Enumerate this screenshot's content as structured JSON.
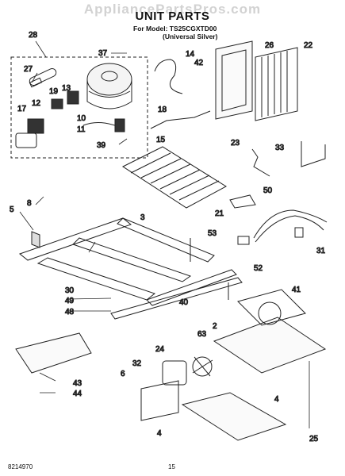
{
  "watermark": "AppliancePartsPros.com",
  "title": "UNIT PARTS",
  "model_line": "For Model: TS25CGXTD00",
  "model_variant": "(Universal Silver)",
  "footer": {
    "doc_number": "8214970",
    "page_number": "15"
  },
  "callouts": {
    "c28": "28",
    "c27": "27",
    "c37": "37",
    "c14": "14",
    "c42": "42",
    "c26": "26",
    "c22": "22",
    "c19": "19",
    "c13": "13",
    "c12": "12",
    "c17": "17",
    "c10": "10",
    "c11": "11",
    "c39": "39",
    "c18": "18",
    "c15": "15",
    "c23": "23",
    "c33": "33",
    "c8": "8",
    "c5": "5",
    "c50": "50",
    "c21": "21",
    "c3": "3",
    "c53": "53",
    "c31": "31",
    "c52": "52",
    "c30": "30",
    "c41": "41",
    "c49": "49",
    "c40": "40",
    "c48": "48",
    "c2": "2",
    "c63": "63",
    "c24": "24",
    "c43": "43",
    "c32": "32",
    "c6": "6",
    "c44": "44",
    "c4a": "4",
    "c4b": "4",
    "c25": "25"
  }
}
